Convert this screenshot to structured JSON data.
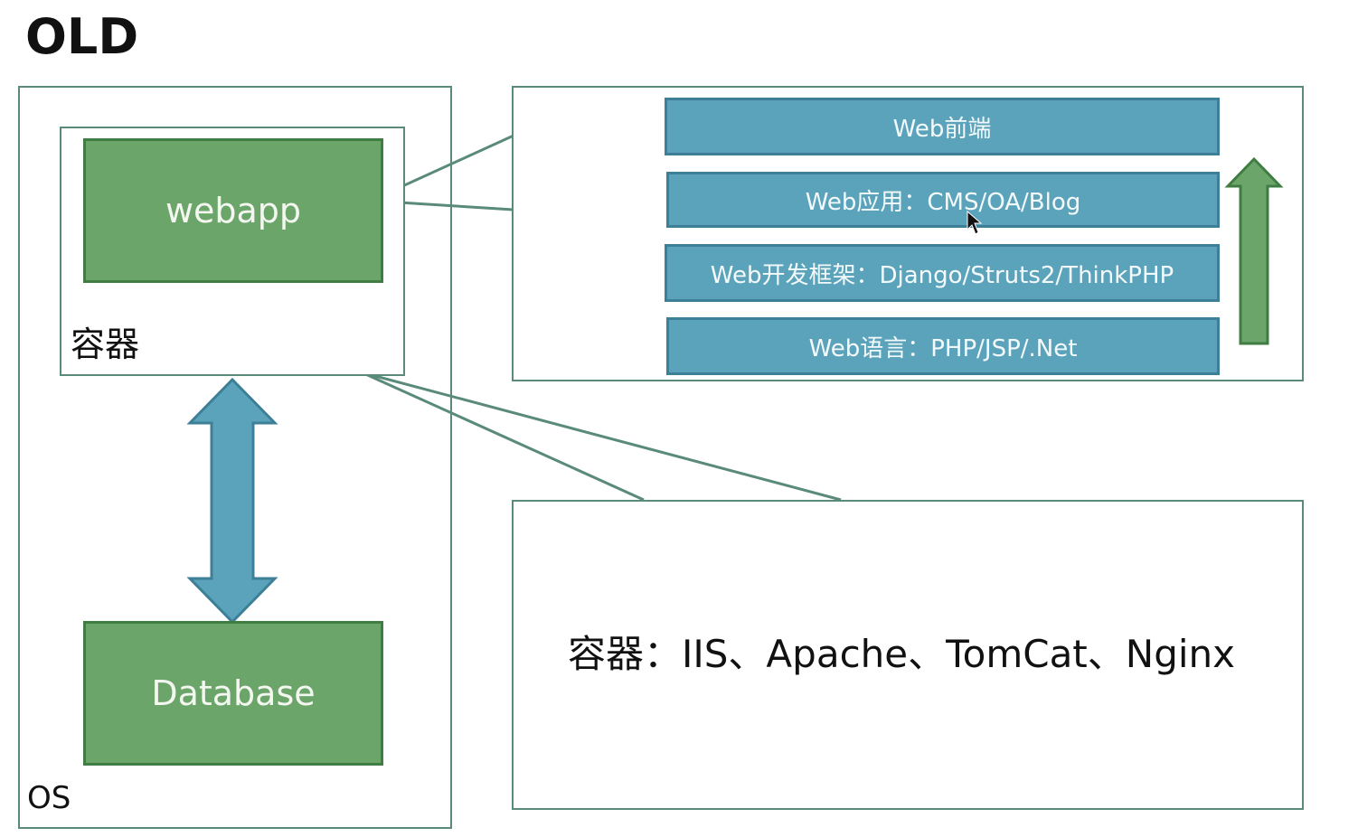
{
  "title": "OLD",
  "os": {
    "label": "OS"
  },
  "container": {
    "label": "容器"
  },
  "nodes": {
    "webapp": "webapp",
    "database": "Database"
  },
  "stack": {
    "layers": [
      {
        "label": "Web前端"
      },
      {
        "label": "Web应用：CMS/OA/Blog"
      },
      {
        "label": "Web开发框架：Django/Struts2/ThinkPHP"
      },
      {
        "label": "Web语言：PHP/JSP/.Net"
      }
    ]
  },
  "container_examples": {
    "text": "容器：IIS、Apache、TomCat、Nginx"
  },
  "colors": {
    "green_fill": "#6ba56a",
    "green_border": "#3f7d42",
    "blue_fill": "#5ba3bb",
    "blue_border": "#3c7f96",
    "panel_border": "#5a8a7a",
    "up_arrow": "#6ba56a"
  }
}
